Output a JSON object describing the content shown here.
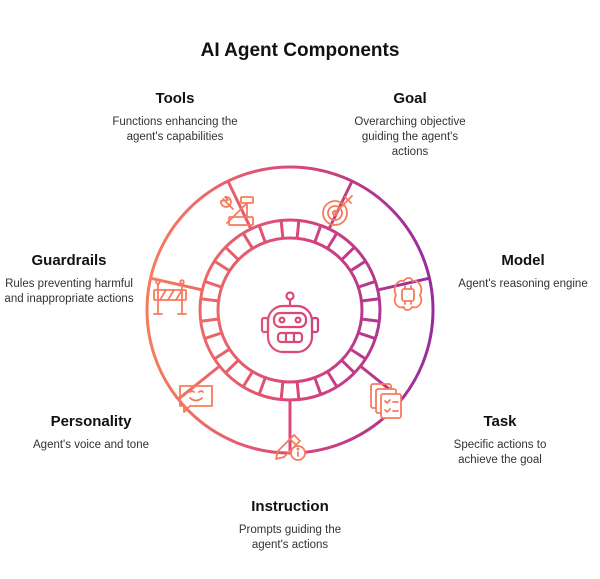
{
  "title": "AI Agent Components",
  "colors": {
    "gradient_start": "#f57b5c",
    "gradient_mid": "#d9457a",
    "gradient_end": "#8f2aa0"
  },
  "center_icon": "robot-icon",
  "components": [
    {
      "name": "Tools",
      "description": "Functions enhancing the agent's capabilities",
      "icon": "tools-icon"
    },
    {
      "name": "Goal",
      "description": "Overarching objective guiding the agent's actions",
      "icon": "target-icon"
    },
    {
      "name": "Model",
      "description": "Agent's reasoning engine",
      "icon": "brain-chip-icon"
    },
    {
      "name": "Task",
      "description": "Specific actions to achieve the goal",
      "icon": "checklist-icon"
    },
    {
      "name": "Instruction",
      "description": "Prompts guiding the agent's actions",
      "icon": "pencil-info-icon"
    },
    {
      "name": "Personality",
      "description": "Agent's voice and tone",
      "icon": "chat-smile-icon"
    },
    {
      "name": "Guardrails",
      "description": "Rules preventing harmful and inappropriate actions",
      "icon": "barrier-icon"
    }
  ]
}
